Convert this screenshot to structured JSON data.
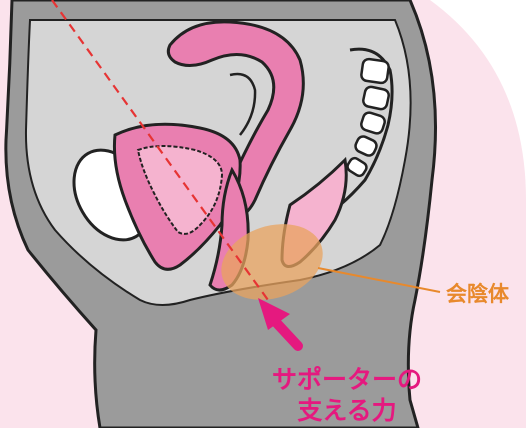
{
  "labels": {
    "perineum": "会陰体",
    "support_line1": "サポーターの",
    "support_line2": "支える力"
  },
  "colors": {
    "background_pink": "#fbe3ec",
    "body_gray": "#9b9b9b",
    "pelvis_light": "#d5d5d5",
    "organ_pink": "#e97fb0",
    "organ_light": "#f5b3cf",
    "perineum_orange": "#e8a35f",
    "label_orange": "#e8892c",
    "arrow_magenta": "#e5197f",
    "guide_line_red": "#e63434"
  }
}
